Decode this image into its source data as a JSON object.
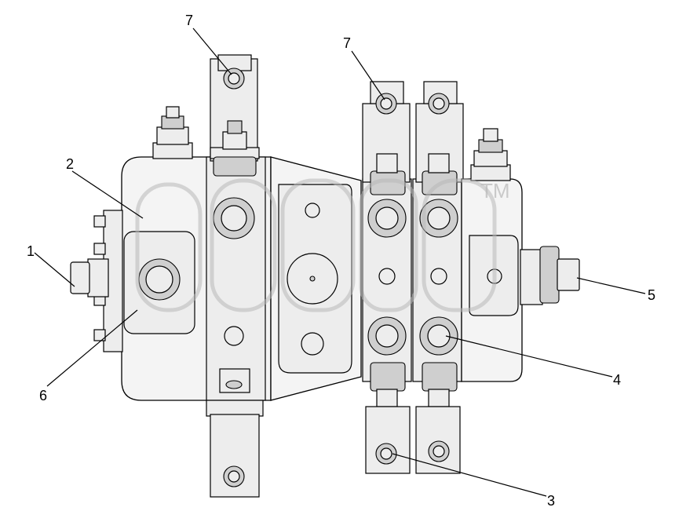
{
  "callouts": {
    "c1": "1",
    "c2": "2",
    "c3": "3",
    "c4": "4",
    "c5": "5",
    "c6": "6",
    "c7a": "7",
    "c7b": "7"
  },
  "watermark": {
    "tm": "TM"
  },
  "colors": {
    "line": "#000000",
    "fill": "#f4f4f4",
    "watermark": "#b8b8b8"
  }
}
